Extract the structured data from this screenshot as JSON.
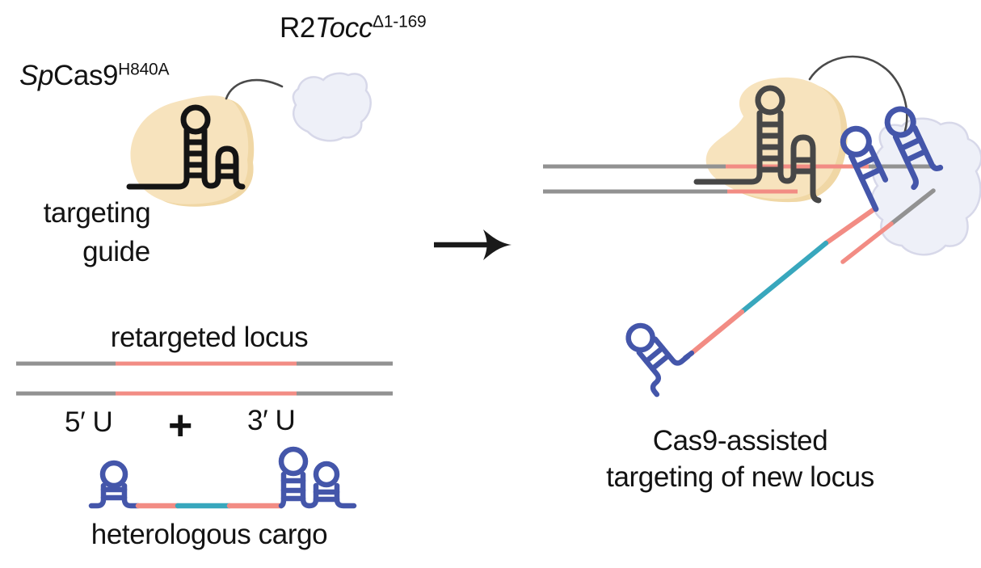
{
  "figure": {
    "left_complex": {
      "cas9_label": {
        "species": "Sp",
        "protein": "Cas9",
        "mutation": "H840A"
      },
      "r2tocc_label": {
        "prefix": "R2",
        "gene": "Tocc",
        "truncation": "Δ1-169"
      },
      "guide_label_line1": "targeting",
      "guide_label_line2": "guide"
    },
    "cargo_panel": {
      "locus_label": "retargeted locus",
      "five_prime_label": "5′ U",
      "plus": "+",
      "three_prime_label": "3′ U",
      "cargo_label": "heterologous cargo"
    },
    "result_panel": {
      "caption_line1": "Cas9-assisted",
      "caption_line2": "targeting of new locus"
    }
  },
  "colors": {
    "cas9_protein_fill": "#f7e3bd",
    "cas9_protein_shade": "#f0d7a5",
    "r2tocc_fill": "#eef0f8",
    "r2tocc_border": "#d7d8e9",
    "dna_gray": "#929292",
    "guide_rna_black": "#141414",
    "guide_rna_gray": "#474747",
    "homology_arm_salmon": "#f28c84",
    "cargo_body_teal": "#38a7bd",
    "cargo_rna_blue": "#4456aa",
    "linker_stroke": "#4a4a4a",
    "arrow_black": "#1a1a1a"
  }
}
